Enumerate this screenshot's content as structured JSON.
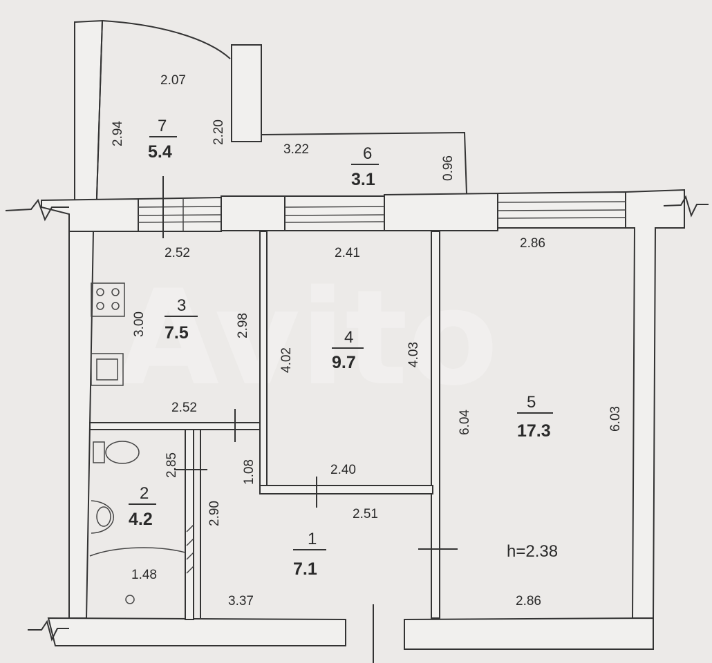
{
  "watermark": "Avito",
  "ceiling_height": "h=2.38",
  "rooms": [
    {
      "number": "1",
      "area": "7.1"
    },
    {
      "number": "2",
      "area": "4.2"
    },
    {
      "number": "3",
      "area": "7.5"
    },
    {
      "number": "4",
      "area": "9.7"
    },
    {
      "number": "5",
      "area": "17.3"
    },
    {
      "number": "6",
      "area": "3.1"
    },
    {
      "number": "7",
      "area": "5.4"
    }
  ],
  "dimensions": {
    "r7_top": "2.07",
    "r7_left": "2.94",
    "r7_right": "2.20",
    "r6_top": "3.22",
    "r6_right": "0.96",
    "r3_top": "2.52",
    "r3_bottom": "2.52",
    "r3_left": "3.00",
    "r3_right": "2.98",
    "r4_top": "2.41",
    "r4_bottom": "2.40",
    "r4_left": "4.02",
    "r4_right": "4.03",
    "r5_top": "2.86",
    "r5_bottom": "2.86",
    "r5_left": "6.04",
    "r5_right": "6.03",
    "r2_left": "2.85",
    "r2_bottom": "1.48",
    "r1_top": "2.51",
    "r1_left": "2.90",
    "r1_left_upper": "1.08",
    "r1_bottom": "3.37"
  }
}
